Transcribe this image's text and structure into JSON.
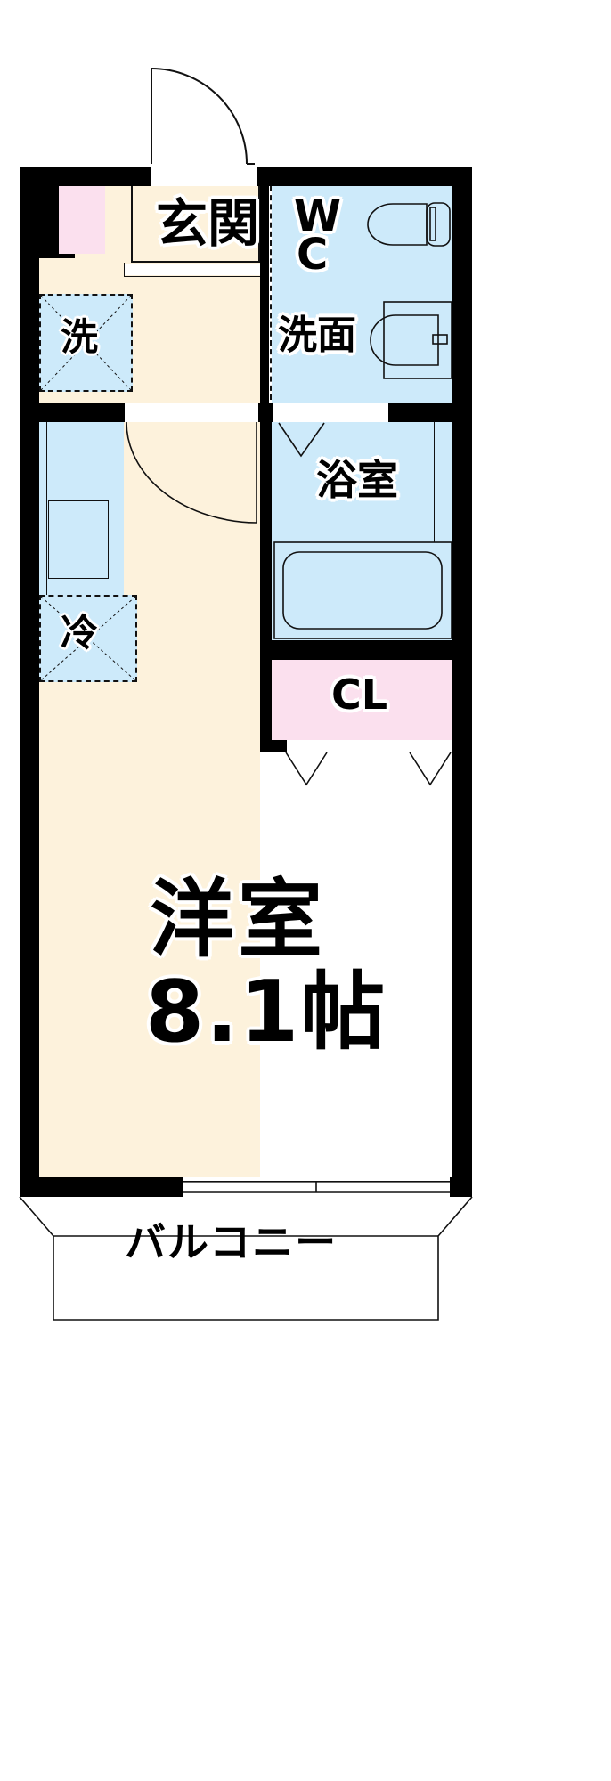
{
  "plan": {
    "type": "japanese-floor-plan",
    "layout_code": "1K",
    "rooms": [
      {
        "id": "genkan",
        "label": "玄関",
        "kind": "entrance",
        "fill": "#fdf2dc"
      },
      {
        "id": "wc",
        "label": "WC",
        "kind": "toilet",
        "fill": "#cdeafa"
      },
      {
        "id": "senmen",
        "label": "洗面",
        "kind": "washstand",
        "fill": "#cdeafa"
      },
      {
        "id": "yokushitsu",
        "label": "浴室",
        "kind": "bathroom",
        "fill": "#cdeafa"
      },
      {
        "id": "closet",
        "label": "CL",
        "kind": "closet",
        "fill": "#fbe0ee"
      },
      {
        "id": "washer",
        "label": "洗",
        "kind": "washer-space",
        "fill": "#cdeafa"
      },
      {
        "id": "fridge",
        "label": "冷",
        "kind": "fridge-space",
        "fill": "#cdeafa"
      },
      {
        "id": "yoshitsu",
        "label": "洋室",
        "kind": "western-room",
        "fill": "#fdf2dc"
      },
      {
        "id": "balcony",
        "label": "バルコニー",
        "kind": "balcony",
        "fill": "#ffffff"
      }
    ],
    "main_room": {
      "name": "洋室",
      "size_value": "8.1",
      "size_unit": "帖",
      "size_text": "8.1帖"
    },
    "labels": {
      "genkan": "玄関",
      "wc_line1": "W",
      "wc_line2": "C",
      "senmen": "洗面",
      "yokushitsu": "浴室",
      "closet": "CL",
      "washer": "洗",
      "fridge": "冷",
      "main_room_name": "洋室",
      "main_room_size": "8.1帖",
      "balcony": "バルコニー"
    },
    "colors": {
      "wall": "#000000",
      "floor_living": "#fdf2dc",
      "floor_wet": "#cdeafa",
      "floor_closet": "#fbe0ee",
      "outline": "#111111",
      "background": "#ffffff"
    },
    "fixtures": [
      {
        "name": "entrance-door",
        "type": "swing-door"
      },
      {
        "name": "toilet",
        "type": "toilet-bowl-with-tank"
      },
      {
        "name": "washbasin",
        "type": "vanity-sink"
      },
      {
        "name": "bathtub",
        "type": "tub"
      },
      {
        "name": "kitchen-sink",
        "type": "sink"
      },
      {
        "name": "kitchen-counter",
        "type": "counter"
      },
      {
        "name": "room-door",
        "type": "swing-door"
      },
      {
        "name": "bath-door",
        "type": "folding-door"
      },
      {
        "name": "closet-doors",
        "type": "folding-door"
      },
      {
        "name": "balcony-window",
        "type": "sliding-window"
      }
    ]
  }
}
